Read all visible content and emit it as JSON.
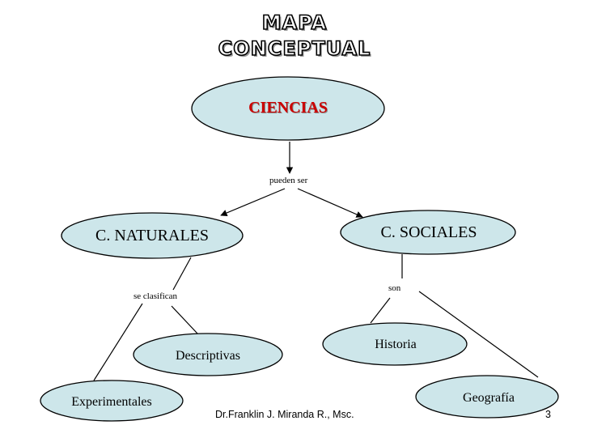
{
  "title": {
    "line1": "MAPA",
    "line2": "CONCEPTUAL"
  },
  "nodes": {
    "ciencias": "CIENCIAS",
    "naturales": "C. NATURALES",
    "sociales": "C. SOCIALES",
    "descriptivas": "Descriptivas",
    "experimentales": "Experimentales",
    "historia": "Historia",
    "geografia": "Geografía"
  },
  "links": {
    "pueden_ser": "pueden ser",
    "se_clasifican": "se clasifican",
    "son": "son"
  },
  "footer": {
    "author": "Dr.Franklin J. Miranda R., Msc.",
    "page": "3"
  },
  "colors": {
    "node_fill": "#cde6ea",
    "node_stroke": "#000000",
    "ciencias_text": "#cc0000"
  }
}
